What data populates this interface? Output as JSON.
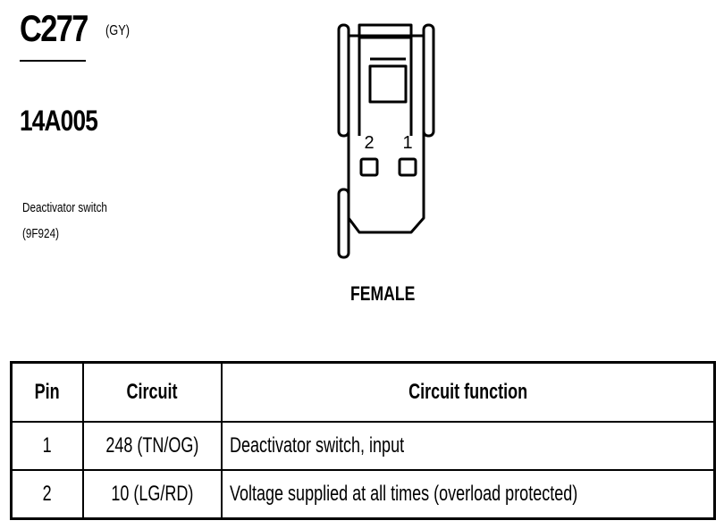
{
  "connector": {
    "id": "C277",
    "color": "(GY)",
    "harness_number": "14A005",
    "component_name": "Deactivator switch",
    "component_part": "(9F924)",
    "gender": "FEMALE",
    "pin_labels": [
      "2",
      "1"
    ]
  },
  "table": {
    "headers": {
      "pin": "Pin",
      "circuit": "Circuit",
      "function": "Circuit function"
    },
    "rows": [
      {
        "pin": "1",
        "circuit": "248 (TN/OG)",
        "function": "Deactivator switch, input"
      },
      {
        "pin": "2",
        "circuit": "10 (LG/RD)",
        "function": "Voltage supplied at all times (overload protected)"
      }
    ]
  }
}
